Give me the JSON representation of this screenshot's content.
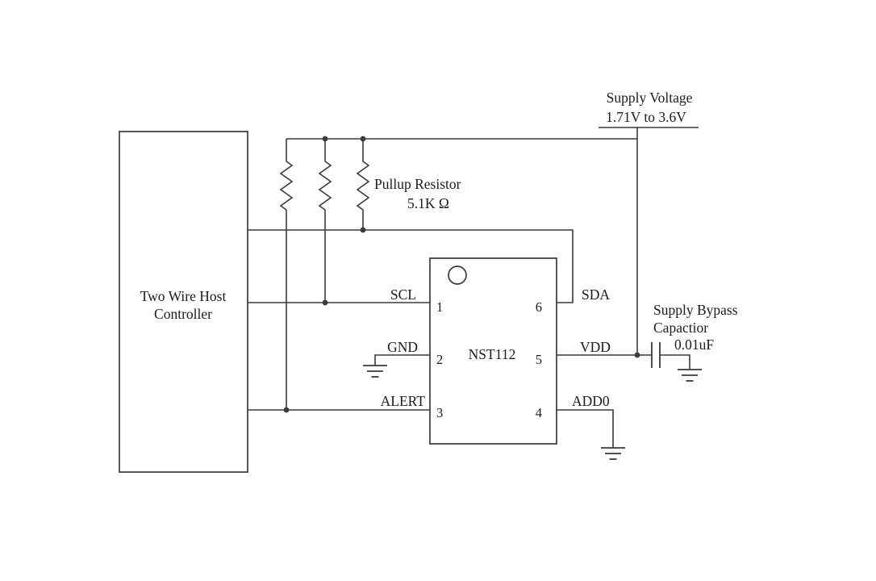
{
  "labels": {
    "supply_voltage": {
      "line1": "Supply Voltage",
      "line2": "1.71V to 3.6V"
    },
    "pullup": {
      "line1": "Pullup Resistor",
      "line2": "5.1K Ω"
    },
    "host": {
      "line1": "Two Wire Host",
      "line2": "Controller"
    },
    "ic": {
      "name": "NST112"
    },
    "bypass": {
      "line1": "Supply Bypass",
      "line2": "Capactior",
      "value": "0.01uF"
    },
    "pins": {
      "scl": {
        "name": "SCL",
        "num": "1"
      },
      "gnd": {
        "name": "GND",
        "num": "2"
      },
      "alert": {
        "name": "ALERT",
        "num": "3"
      },
      "add0": {
        "name": "ADD0",
        "num": "4"
      },
      "vdd": {
        "name": "VDD",
        "num": "5"
      },
      "sda": {
        "name": "SDA",
        "num": "6"
      }
    }
  },
  "colors": {
    "line": "#3a3a3a",
    "text": "#1c1c1c",
    "background": "#ffffff"
  }
}
